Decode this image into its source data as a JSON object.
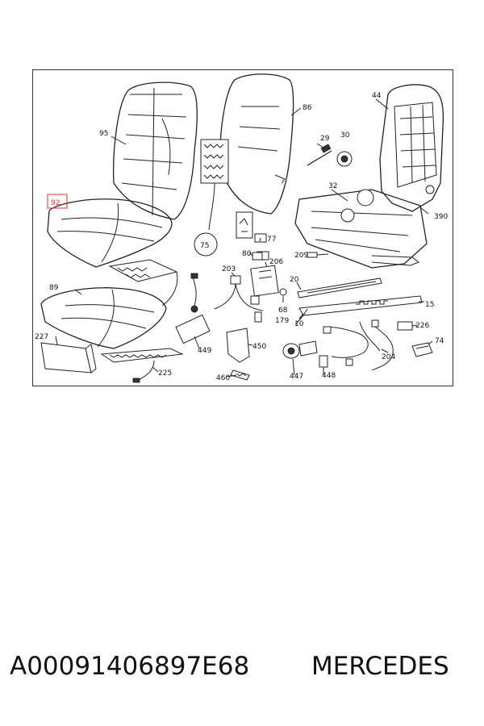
{
  "diagram": {
    "callouts": [
      {
        "id": "c95",
        "text": "95"
      },
      {
        "id": "c86",
        "text": "86"
      },
      {
        "id": "c44",
        "text": "44"
      },
      {
        "id": "c92",
        "text": "92"
      },
      {
        "id": "c29",
        "text": "29"
      },
      {
        "id": "c30",
        "text": "30"
      },
      {
        "id": "c32",
        "text": "32"
      },
      {
        "id": "c390",
        "text": "390"
      },
      {
        "id": "c75",
        "text": "75"
      },
      {
        "id": "c77",
        "text": "77"
      },
      {
        "id": "c80",
        "text": "80"
      },
      {
        "id": "c206",
        "text": "206"
      },
      {
        "id": "c209",
        "text": "209"
      },
      {
        "id": "c203",
        "text": "203"
      },
      {
        "id": "c89",
        "text": "89"
      },
      {
        "id": "c20",
        "text": "20"
      },
      {
        "id": "c15",
        "text": "15"
      },
      {
        "id": "c68",
        "text": "68"
      },
      {
        "id": "c179",
        "text": "179"
      },
      {
        "id": "c10",
        "text": "10"
      },
      {
        "id": "c226",
        "text": "226"
      },
      {
        "id": "c227",
        "text": "227"
      },
      {
        "id": "c74",
        "text": "74"
      },
      {
        "id": "c449",
        "text": "449"
      },
      {
        "id": "c450",
        "text": "450"
      },
      {
        "id": "c204",
        "text": "204"
      },
      {
        "id": "c225",
        "text": "225"
      },
      {
        "id": "c447",
        "text": "447"
      },
      {
        "id": "c448",
        "text": "448"
      },
      {
        "id": "c460",
        "text": "460"
      }
    ]
  },
  "footer": {
    "part_number": "A00091406897E68",
    "brand": "MERCEDES"
  }
}
